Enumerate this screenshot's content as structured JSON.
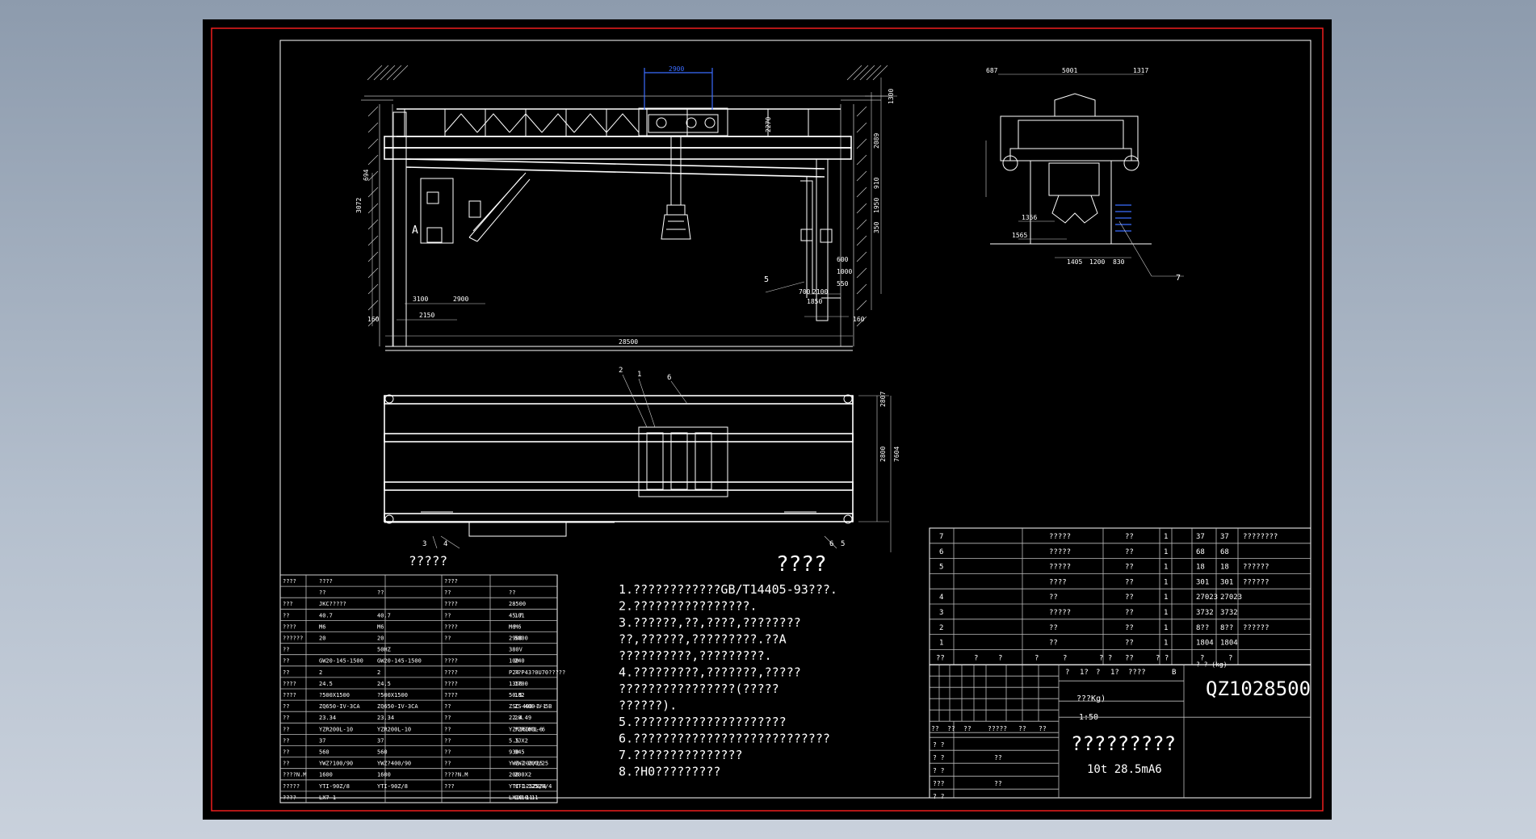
{
  "sheet": {
    "border_color": "#ff2020",
    "line_color": "#ffffff",
    "background": "#000000",
    "accent_blue": "#3b6cff"
  },
  "drawing_title": "?????????",
  "drawing_subtitle": "10t 28.5mA6",
  "drawing_number": "QZ1028500",
  "elevation_view": {
    "dims": [
      "2900",
      "28500",
      "2150",
      "2900",
      "3100",
      "3072",
      "694",
      "1850",
      "2100",
      "700",
      "1300",
      "2089",
      "2270",
      "910",
      "1950",
      "350",
      "550",
      "600",
      "1000",
      "160",
      "160",
      "A",
      "5"
    ]
  },
  "side_view": {
    "dims": [
      "687",
      "5001",
      "1317",
      "1356",
      "1565",
      "1405",
      "1200",
      "830",
      "7"
    ]
  },
  "plan_view": {
    "dims": [
      "2",
      "1",
      "6",
      "2807",
      "2800",
      "7604",
      "3",
      "4",
      "6",
      "5"
    ],
    "caption": "?????"
  },
  "notes": {
    "heading": "????",
    "lines": [
      "1.????????????GB/T14405-93???.",
      "2.????????????????.",
      "3.??????,??,????,????????",
      "  ??,??????,?????????.??A",
      "  ??????????,?????????.",
      "4.?????????,???????,?????",
      "  ????????????????(?????",
      "  ??????).",
      "5.?????????????????????",
      "6.???????????????????????????",
      "7.???????????????",
      "8.?H0?????????"
    ]
  },
  "spec_table": {
    "rows": [
      [
        "????",
        "????",
        "",
        "????",
        ""
      ],
      [
        "",
        "??",
        "??",
        "??",
        "??"
      ],
      [
        "???",
        "JKC?????",
        "",
        "????",
        "28500"
      ],
      [
        "??",
        "40.7",
        "40.7",
        "??",
        "45.7",
        "101"
      ],
      [
        "????",
        "M6",
        "M6",
        "????",
        "M6",
        "M6"
      ],
      [
        "??????",
        "20",
        "20",
        "??",
        "2900",
        "5000"
      ],
      [
        "??",
        "",
        "50HZ",
        "",
        "380V",
        ""
      ],
      [
        "??",
        "GW20-145-1500",
        "GW20-145-1500",
        "????",
        "100",
        "240"
      ],
      [
        "??",
        "2",
        "2",
        "????",
        "P24",
        "??P43?0U70?????"
      ],
      [
        "????",
        "24.5",
        "24.5",
        "????",
        "1350",
        "1700"
      ],
      [
        "????",
        "?500X1500",
        "?500X1500",
        "????",
        "50.5",
        "182"
      ],
      [
        "??",
        "ZQ650-IV-3CA",
        "ZQ650-IV-3CA",
        "??",
        "ZSC-400-I-1",
        "ZS-400-V-5B"
      ],
      [
        "??",
        "23.34",
        "23.34",
        "??",
        "22.4",
        "20.49"
      ],
      [
        "??",
        "YZR200L-10",
        "YZR200L-10",
        "??",
        "YZR160M1-6",
        "YZR160L-6"
      ],
      [
        "??",
        "37",
        "37",
        "??",
        "5.5",
        "JJX2"
      ],
      [
        "??",
        "560",
        "560",
        "??",
        "930",
        "945"
      ],
      [
        "??",
        "YWZ?100/90",
        "YWZ?400/90",
        "??",
        "YWZ-200/25",
        "YWZ-200/25"
      ],
      [
        "????N.M",
        "1600",
        "1600",
        "????N.M",
        "200",
        "200X2"
      ],
      [
        "?????",
        "YTI-90Z/8",
        "YTI-90Z/8",
        "???",
        "YTI-125Z8/4",
        "YTI-125Z8/4"
      ],
      [
        "????",
        "LX7-1",
        "",
        "",
        "LX10-11",
        "LX10-11"
      ]
    ]
  },
  "parts_list": {
    "rows": [
      {
        "no": "7",
        "name": "?????",
        "qty": "??",
        "q": "1",
        "w1": "37",
        "w2": "37",
        "note": "????????"
      },
      {
        "no": "6",
        "name": "?????",
        "qty": "??",
        "q": "1",
        "w1": "68",
        "w2": "68",
        "note": ""
      },
      {
        "no": "5",
        "name": "?????",
        "qty": "??",
        "q": "1",
        "w1": "18",
        "w2": "18",
        "note": "??????"
      },
      {
        "no": "",
        "name": "????",
        "qty": "??",
        "q": "1",
        "w1": "301",
        "w2": "301",
        "note": "??????"
      },
      {
        "no": "4",
        "name": "??",
        "qty": "??",
        "q": "1",
        "w1": "27023",
        "w2": "27023",
        "note": ""
      },
      {
        "no": "3",
        "name": "?????",
        "qty": "??",
        "q": "1",
        "w1": "3732",
        "w2": "3732",
        "note": ""
      },
      {
        "no": "2",
        "name": "??",
        "qty": "??",
        "q": "1",
        "w1": "8??",
        "w2": "8??",
        "note": "??????"
      },
      {
        "no": "1",
        "name": "??",
        "qty": "??",
        "q": "1",
        "w1": "1804",
        "w2": "1804",
        "note": ""
      }
    ],
    "header": [
      "??",
      "?",
      "?",
      "?",
      "?",
      "? ?",
      "??",
      "? ?",
      "?",
      "?"
    ],
    "weight_header": "? ? (kg)"
  },
  "title_block": {
    "scale": "1:50",
    "mass_label": "???Kg)",
    "marks": [
      "?",
      "1?",
      "?",
      "1?",
      "????",
      "B"
    ],
    "sign_labels": [
      "??",
      "??",
      "??",
      "?????",
      "??",
      "??"
    ],
    "rows": [
      "? ?",
      "? ?",
      "? ?",
      "???",
      "? ?"
    ],
    "right_small": [
      "??",
      "??"
    ]
  }
}
